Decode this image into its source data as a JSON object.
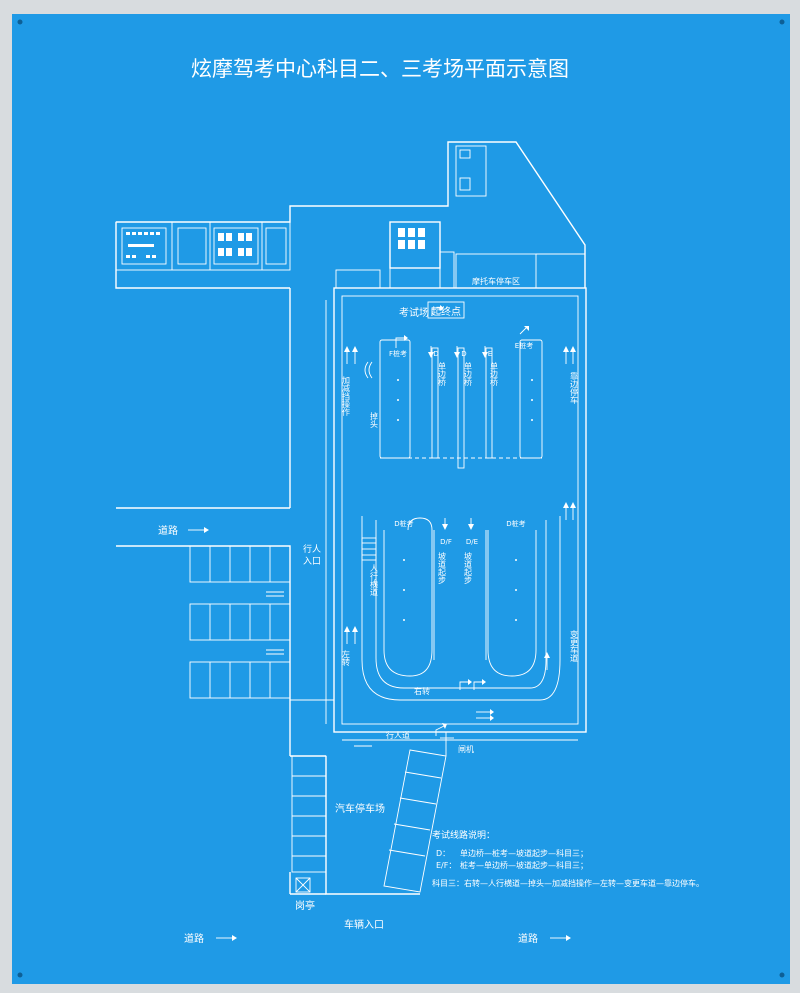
{
  "title": "炫摩驾考中心科目二、三考场平面示意图",
  "labels": {
    "road": "道路",
    "moto_parking": "摩托车停车区",
    "exam_field": "考试场",
    "start_end": "起终点",
    "pedestrian_entry_line1": "行人",
    "pedestrian_entry_line2": "入口",
    "pedestrian_path": "行人道",
    "gate": "闸机",
    "car_parking": "汽车停车场",
    "guard_booth": "岗亭",
    "vehicle_entry": "车辆入口",
    "lane_reduce_gear": "加减挡操作",
    "lane_uturn": "掉头",
    "lane_pull_over": "靠边停车",
    "lane_crosswalk": "人行横道",
    "lane_left_turn": "左转",
    "lane_change": "变更车道",
    "lane_right_turn": "右转",
    "f_pile": "F桩考",
    "e_pile": "E桩考",
    "d_pile_left": "D桩考",
    "d_pile_right": "D桩考",
    "lane_d1_letter": "D",
    "lane_d2_letter": "D",
    "lane_e_letter": "E",
    "single_bridge": "单边桥",
    "ramp_df": "D/F",
    "ramp_de": "D/E",
    "ramp_start": "坡道起步"
  },
  "legend": {
    "heading": "考试线路说明：",
    "rows": [
      {
        "key": "D：",
        "text": "单边桥—桩考—坡道起步—科目三；"
      },
      {
        "key": "E/F：",
        "text": "桩考—单边桥—坡道起步—科目三；"
      }
    ],
    "subject3": "科目三：右转—人行横道—掉头—加减挡操作—左转—变更车道—靠边停车。"
  },
  "colors": {
    "board": "#1f9ae6",
    "lines": "#ffffff",
    "wall": "#d8dcdf"
  },
  "icons": [
    "arrow-right-icon",
    "straight-arrow-icon",
    "turn-arrow-icon",
    "booth-icon"
  ]
}
